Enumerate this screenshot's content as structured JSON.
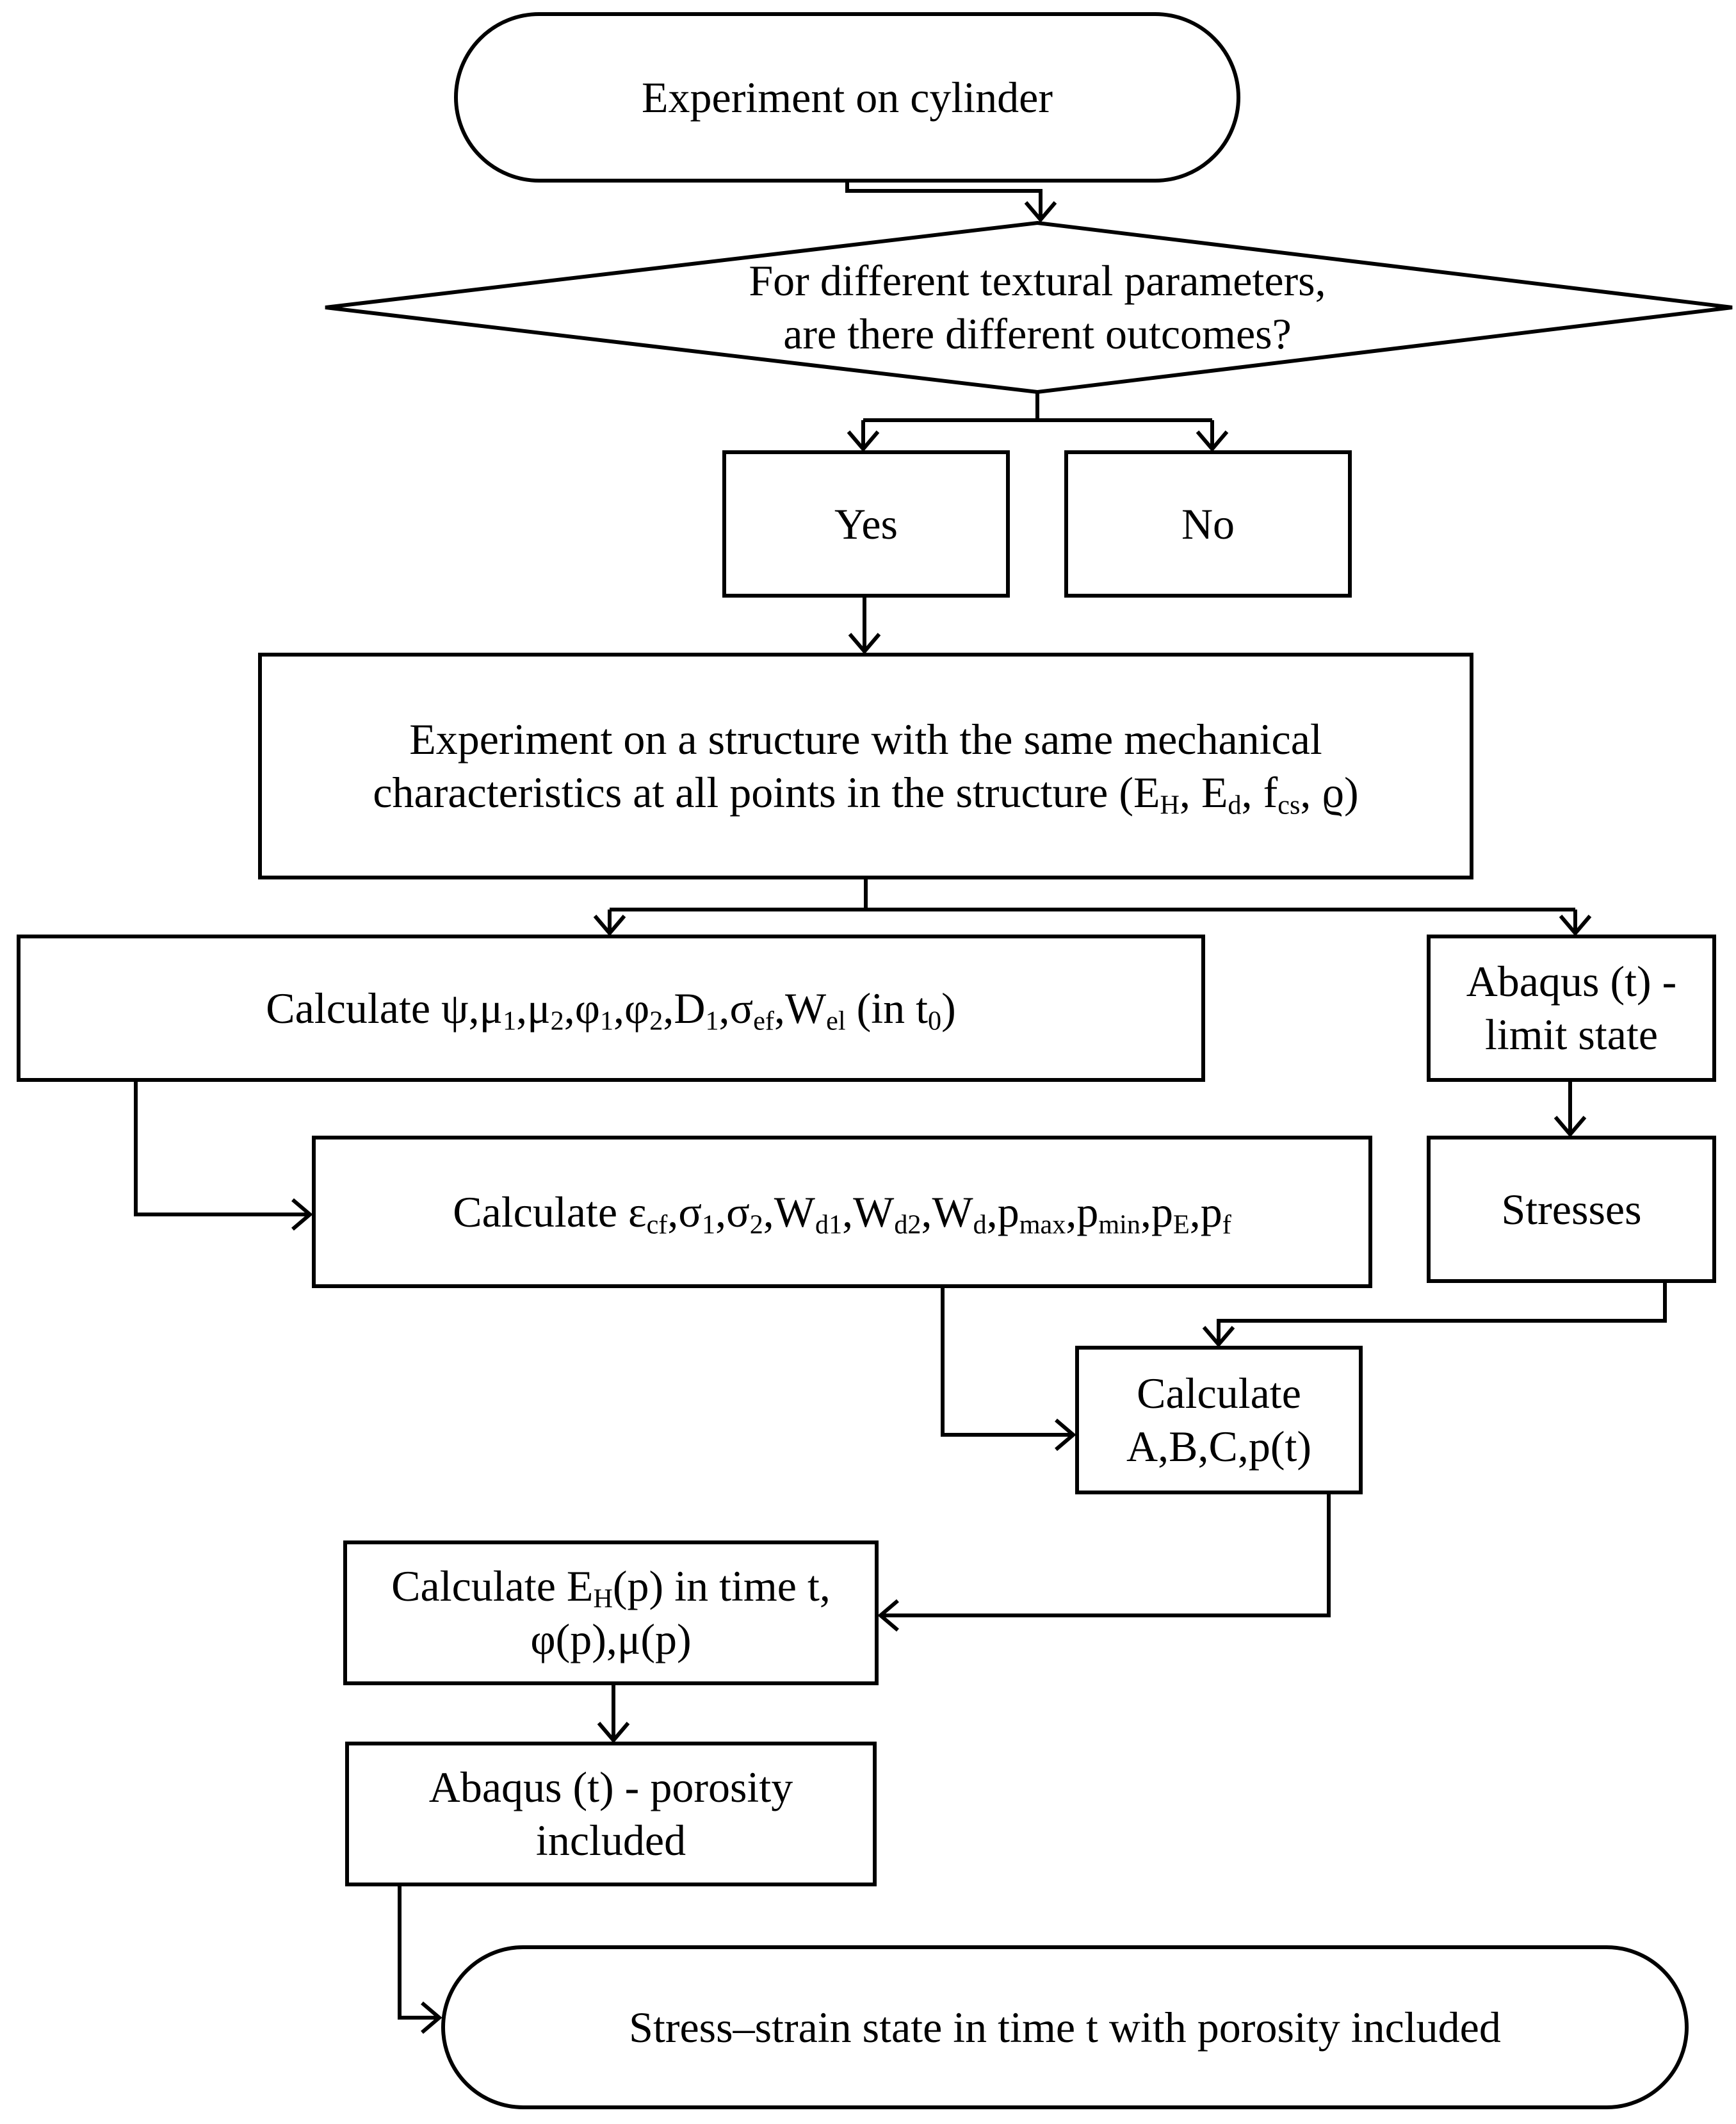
{
  "nodes": {
    "start": "Experiment on cylinder",
    "decision_line1": "For different textural parameters,",
    "decision_line2": "are there different outcomes?",
    "yes": "Yes",
    "no": "No",
    "structure_line1": "Experiment on a structure with the same mechanical",
    "structure_line2": "characteristics at all points in the structure (E",
    "structure_sub_H": "H",
    "structure_t1": ", E",
    "structure_sub_d": "d",
    "structure_t2": ", f",
    "structure_sub_cs": "cs",
    "structure_t3": ", ϱ)",
    "calc1": {
      "pre": "Calculate ψ,μ",
      "s1": "1",
      "t1": ",μ",
      "s2": "2",
      "t2": ",φ",
      "s3": "1",
      "t3": ",φ",
      "s4": "2",
      "t4": ",D",
      "s5": "1",
      "t5": ",σ",
      "s6": "ef",
      "t6": ",W",
      "s7": "el",
      "t7": " (in t",
      "s8": "0",
      "t8": ")"
    },
    "calc2": {
      "pre": "Calculate ε",
      "s1": "cf",
      "t1": ",σ",
      "s2": "1",
      "t2": ",σ",
      "s3": "2",
      "t3": ",W",
      "s4": "d1",
      "t4": ",W",
      "s5": "d2",
      "t5": ",W",
      "s6": "d",
      "t6": ",p",
      "s7": "max",
      "t7": ",p",
      "s8": "min",
      "t8": ",p",
      "s9": "E",
      "t9": ",p",
      "s10": "f"
    },
    "abaqus_limit_line1": "Abaqus (t) -",
    "abaqus_limit_line2": "limit state",
    "stresses": "Stresses",
    "calc_abc_line1": "Calculate",
    "calc_abc_line2": "A,B,C,p(t)",
    "calc_eh": {
      "pre": "Calculate E",
      "s1": "H",
      "t1": "(p) in time t,",
      "line2": "φ(p),μ(p)"
    },
    "abaqus_porosity_line1": "Abaqus (t) - porosity",
    "abaqus_porosity_line2": "included",
    "end": "Stress–strain state in time t with porosity included"
  },
  "style": {
    "stroke": "#000000",
    "background": "#ffffff"
  }
}
